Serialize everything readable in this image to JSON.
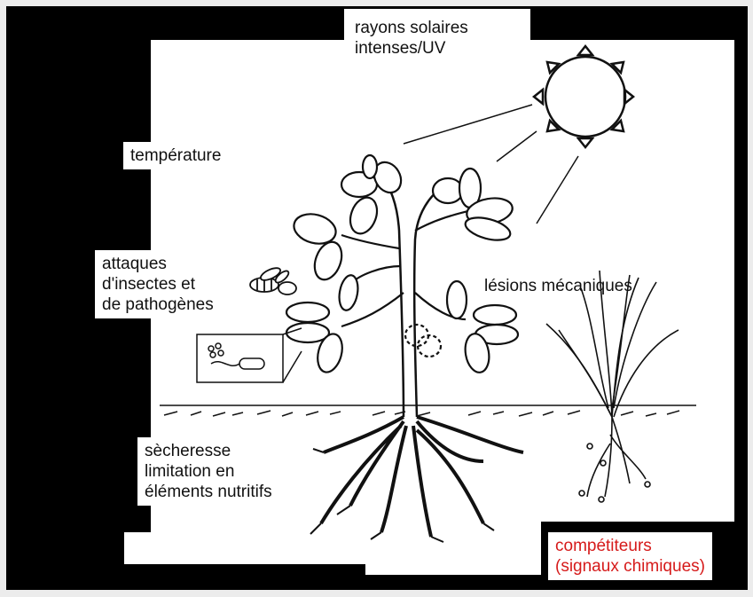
{
  "labels": {
    "uv": "rayons solaires\nintenses/UV",
    "temperature": "température",
    "insects": "attaques\nd'insectes et\nde pathogènes",
    "lesions": "lésions mécaniques",
    "drought": "sècheresse\nlimitation en\néléments nutritifs",
    "competitors": "compétiteurs\n(signaux chimiques)"
  },
  "colors": {
    "background": "#000000",
    "panel": "#ffffff",
    "line": "#111111",
    "highlight": "#d61a1a"
  },
  "icons": [
    "sun-icon",
    "tree-icon",
    "bee-icon",
    "pathogen-inset-icon",
    "grass-icon",
    "ground-line"
  ]
}
